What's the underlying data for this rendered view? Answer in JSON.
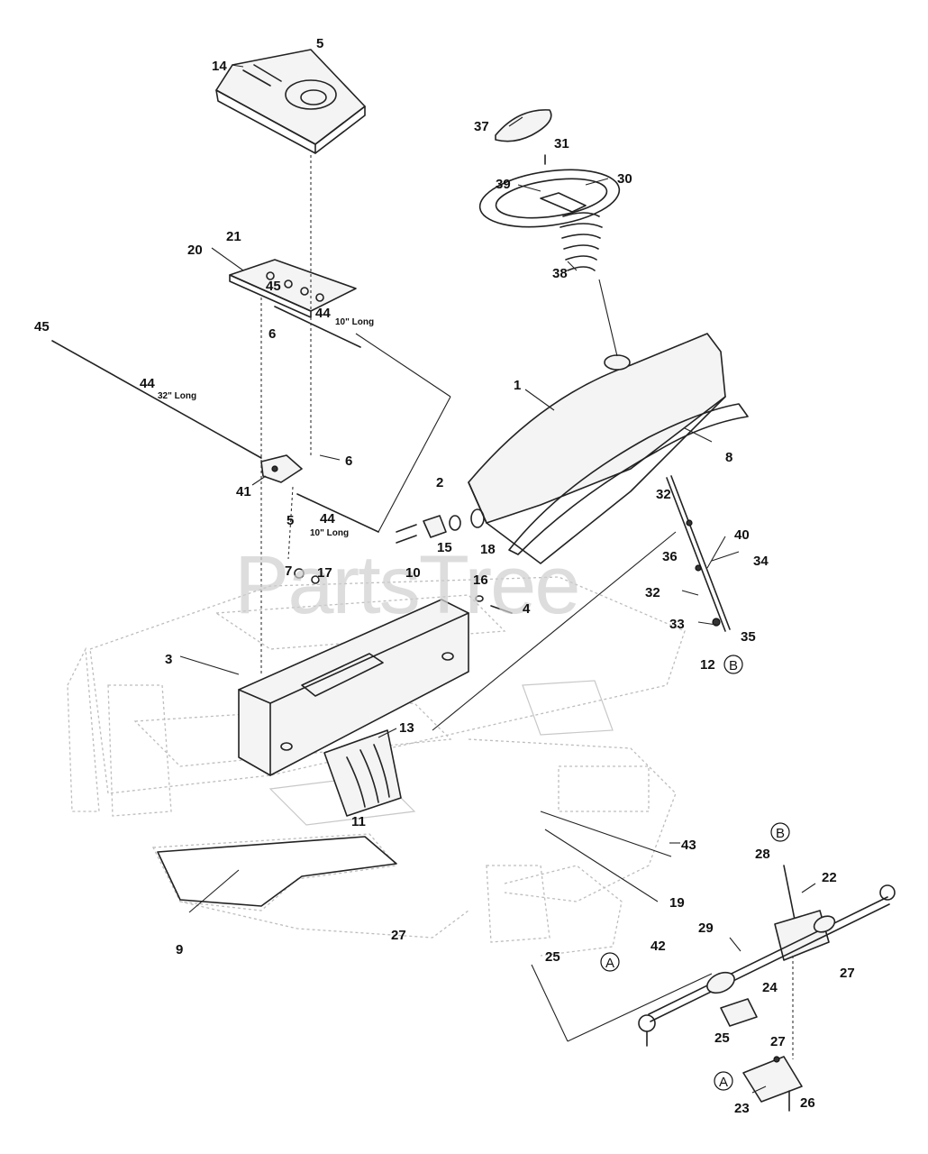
{
  "watermark": "PartsTree",
  "callouts": {
    "c1": "1",
    "c2": "2",
    "c3": "3",
    "c4": "4",
    "c5a": "5",
    "c5b": "5",
    "c6a": "6",
    "c6b": "6",
    "c7": "7",
    "c8": "8",
    "c9": "9",
    "c10": "10",
    "c11": "11",
    "c12": "12",
    "c13": "13",
    "c14": "14",
    "c15": "15",
    "c16": "16",
    "c17": "17",
    "c18": "18",
    "c19": "19",
    "c20": "20",
    "c21": "21",
    "c22": "22",
    "c23": "23",
    "c24": "24",
    "c25a": "25",
    "c25b": "25",
    "c26": "26",
    "c27a": "27",
    "c27b": "27",
    "c27c": "27",
    "c28": "28",
    "c29": "29",
    "c30": "30",
    "c31": "31",
    "c32a": "32",
    "c32b": "32",
    "c33": "33",
    "c34": "34",
    "c35": "35",
    "c36": "36",
    "c37": "37",
    "c38": "38",
    "c39": "39",
    "c40": "40",
    "c41": "41",
    "c42": "42",
    "c43": "43",
    "c44a": "44",
    "c44b": "44",
    "c44c": "44",
    "c45a": "45",
    "c45b": "45"
  },
  "notes": {
    "n10long_a": "10\" Long",
    "n32long": "32\" Long",
    "n10long_b": "10\" Long"
  },
  "refs": {
    "ref_b_top": "B",
    "ref_b_bottom": "B",
    "ref_a_mid": "A",
    "ref_a_bottom": "A"
  }
}
